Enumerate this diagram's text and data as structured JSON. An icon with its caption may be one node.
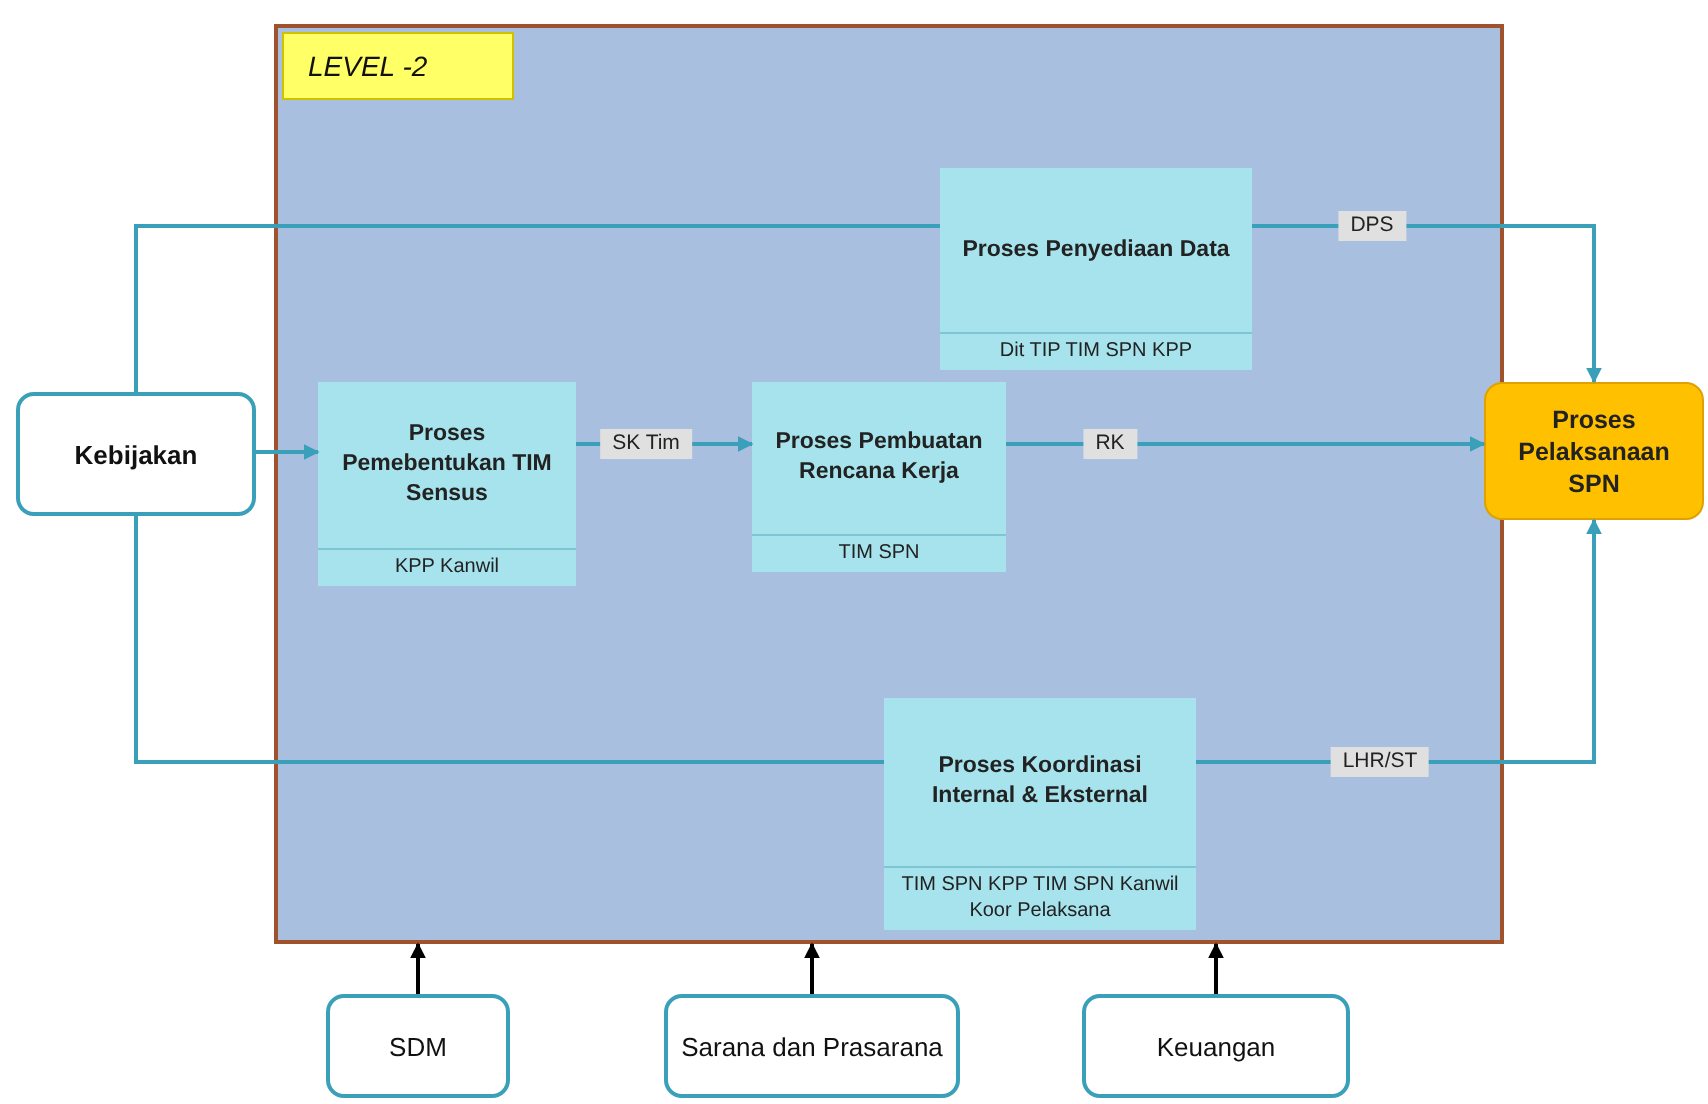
{
  "diagram": {
    "nodes": [
      {
        "text": [
          "Kebijakan"
        ]
      },
      {
        "text": [
          "LEVEL -2"
        ]
      },
      {
        "text": [
          "Proses Penyediaan Data",
          "Dit TIP TIM SPN KPP"
        ],
        "in": 1
      },
      {
        "text": [
          "Proses Pemebentukan TIM Sensus",
          "KPP Kanwil"
        ],
        "in": 1
      },
      {
        "text": [
          "Proses Pembuatan Rencana Kerja",
          "TIM SPN"
        ],
        "in": 1
      },
      {
        "text": [
          "Proses Koordinasi Internal & Eksternal",
          "TIM SPN KPP TIM SPN Kanwil Koor Pelaksana"
        ],
        "in": 1
      },
      {
        "text": [
          "Proses Pelaksanaan SPN"
        ]
      },
      {
        "text": [
          "SDM"
        ]
      },
      {
        "text": [
          "Sarana dan Prasarana"
        ]
      },
      {
        "text": [
          "Keuangan"
        ]
      }
    ],
    "edges": [
      {
        "from": 0,
        "to": 2,
        "arrow": "none"
      },
      {
        "from": 0,
        "to": 3,
        "arrow": "to"
      },
      {
        "from": 0,
        "to": 5,
        "arrow": "none"
      },
      {
        "from": 3,
        "to": 4,
        "label": "SK Tim",
        "arrow": "to"
      },
      {
        "from": 2,
        "to": 6,
        "label": "DPS",
        "arrow": "to"
      },
      {
        "from": 4,
        "to": 6,
        "label": "RK",
        "arrow": "to"
      },
      {
        "from": 5,
        "to": 6,
        "label": "LHR/ST",
        "arrow": "to"
      },
      {
        "from": 7,
        "to": 1,
        "arrow": "to",
        "color": "#000000"
      },
      {
        "from": 8,
        "to": 1,
        "arrow": "to",
        "color": "#000000"
      },
      {
        "from": 9,
        "to": 1,
        "arrow": "to",
        "color": "#000000"
      }
    ]
  }
}
